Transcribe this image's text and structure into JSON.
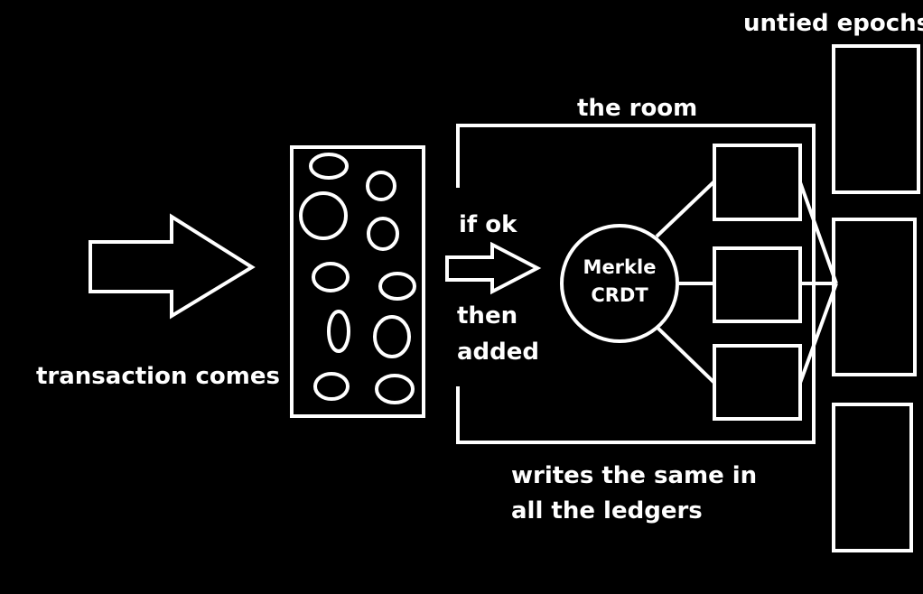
{
  "labels": {
    "transaction": "transaction comes",
    "if_ok": "if ok",
    "then": "then",
    "added": "added",
    "room": "the room",
    "merkle_line1": "Merkle",
    "merkle_line2": "CRDT",
    "writes_line1": "writes the same in",
    "writes_line2": "all the ledgers",
    "epochs": "untied epochs"
  },
  "colors": {
    "background": "#000000",
    "stroke": "#ffffff",
    "text": "#ffffff"
  }
}
